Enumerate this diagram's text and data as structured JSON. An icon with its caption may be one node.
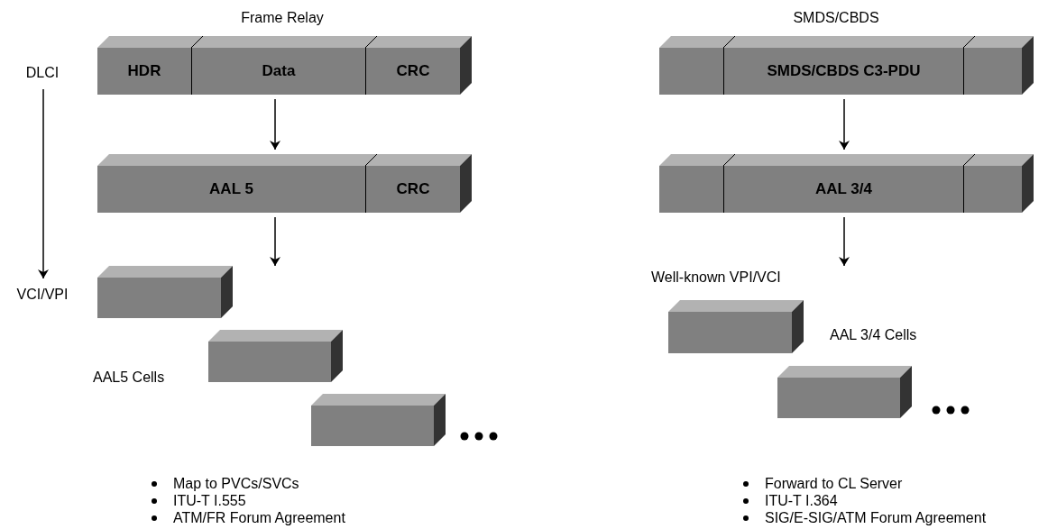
{
  "diagram": {
    "nodes": [
      {
        "text": [],
        "shape": "bar"
      },
      {
        "text": [
          "HDR"
        ],
        "in": 0
      },
      {
        "text": [
          "Data"
        ],
        "in": 0
      },
      {
        "text": [
          "CRC"
        ],
        "in": 0
      },
      {
        "text": [],
        "shape": "bar"
      },
      {
        "text": [],
        "shape": "box",
        "in": 4
      },
      {
        "text": [
          "SMDS/CBDS C3-PDU"
        ],
        "in": 4
      },
      {
        "text": [],
        "shape": "box",
        "in": 4
      },
      {
        "text": [
          "DLCI"
        ]
      },
      {
        "text": [],
        "shape": "bar"
      },
      {
        "text": [
          "AAL 5"
        ],
        "in": 9
      },
      {
        "text": [
          "CRC"
        ],
        "in": 9
      },
      {
        "text": [],
        "shape": "bar"
      },
      {
        "text": [],
        "shape": "box",
        "in": 12
      },
      {
        "text": [
          "AAL 3/4"
        ],
        "in": 12
      },
      {
        "text": [],
        "shape": "box",
        "in": 12
      },
      {
        "text": [
          "VCI/VPI"
        ]
      },
      {
        "text": [],
        "shape": "box"
      },
      {
        "text": [],
        "shape": "box"
      },
      {
        "text": [],
        "shape": "box"
      },
      {
        "text": [],
        "shape": "box"
      },
      {
        "text": [],
        "shape": "box"
      }
    ],
    "edges": [
      {
        "from": 8,
        "to": 16,
        "arrow": "to"
      },
      {
        "from": 0,
        "to": 9,
        "arrow": "to"
      },
      {
        "from": 9,
        "to": null,
        "arrow": "to"
      },
      {
        "from": 4,
        "to": 12,
        "arrow": "to"
      },
      {
        "from": 12,
        "to": null,
        "arrow": "to"
      }
    ],
    "labels": [
      "Frame Relay",
      "SMDS/CBDS",
      "Well-known VPI/VCI",
      "AAL 3/4 Cells",
      "AAL5 Cells",
      "Map to PVCs/SVCs",
      "ITU-T I.555",
      "ATM/FR Forum Agreement",
      "Forward to CL Server",
      "ITU-T I.364",
      "SIG/E-SIG/ATM Forum Agreement"
    ]
  }
}
